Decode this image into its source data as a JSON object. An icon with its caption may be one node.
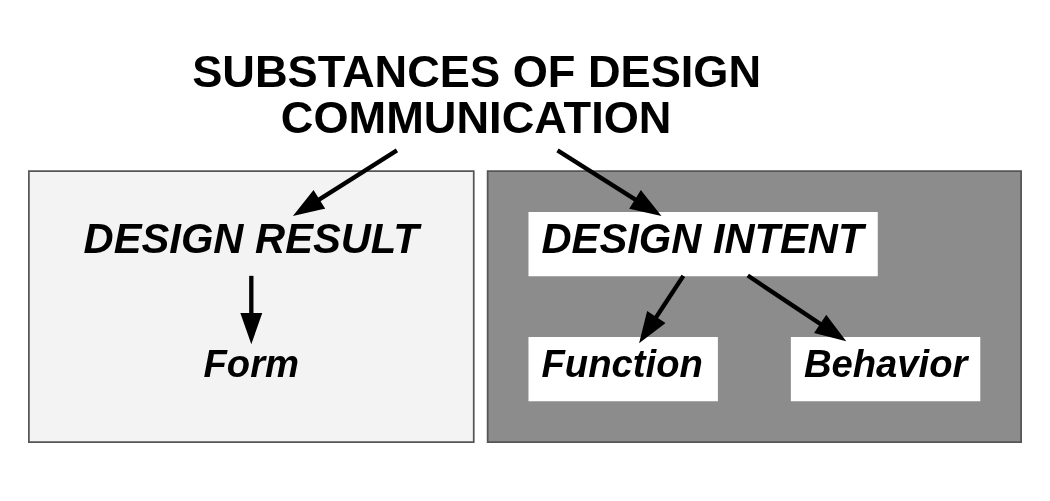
{
  "diagram": {
    "nodes": [
      {
        "text": [
          "SUBSTANCES OF DESIGN COMMUNICATION"
        ]
      },
      {
        "text": [],
        "shape": "box"
      },
      {
        "text": [
          "DESIGN RESULT"
        ],
        "in": 1
      },
      {
        "text": [
          "Form"
        ],
        "in": 1
      },
      {
        "text": [],
        "shape": "box"
      },
      {
        "text": [
          "DESIGN INTENT"
        ],
        "in": 4
      },
      {
        "text": [
          "Function"
        ],
        "in": 4
      },
      {
        "text": [
          "Behavior"
        ],
        "in": 4
      }
    ],
    "edges": [
      {
        "from": 0,
        "to": 2,
        "arrow": "to"
      },
      {
        "from": 0,
        "to": 5,
        "arrow": "to"
      },
      {
        "from": 2,
        "to": 3,
        "arrow": "to"
      },
      {
        "from": 5,
        "to": 6,
        "arrow": "to"
      },
      {
        "from": 5,
        "to": 7,
        "arrow": "to"
      }
    ]
  }
}
